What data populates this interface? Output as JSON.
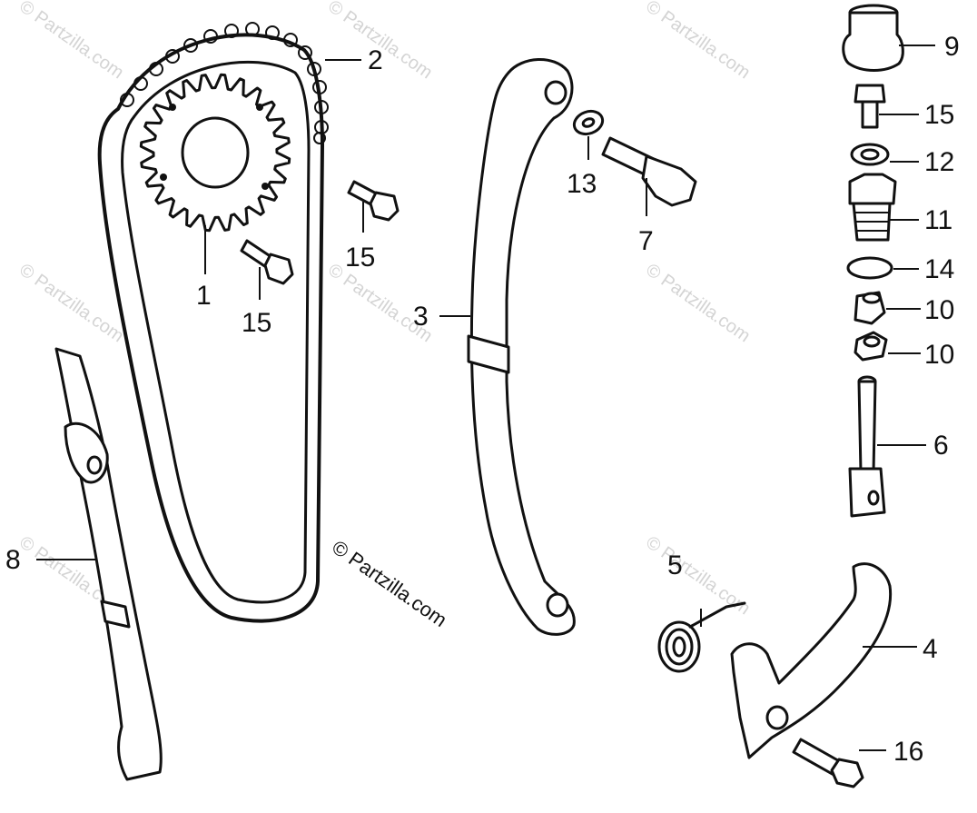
{
  "watermark": "© Partzilla.com",
  "copyright": "© Partzilla.com",
  "callouts": {
    "c1": "1",
    "c2": "2",
    "c3": "3",
    "c4": "4",
    "c5": "5",
    "c6": "6",
    "c7": "7",
    "c8": "8",
    "c9": "9",
    "c10a": "10",
    "c10b": "10",
    "c11": "11",
    "c12": "12",
    "c13": "13",
    "c14": "14",
    "c15a": "15",
    "c15b": "15",
    "c15c": "15",
    "c16": "16"
  }
}
